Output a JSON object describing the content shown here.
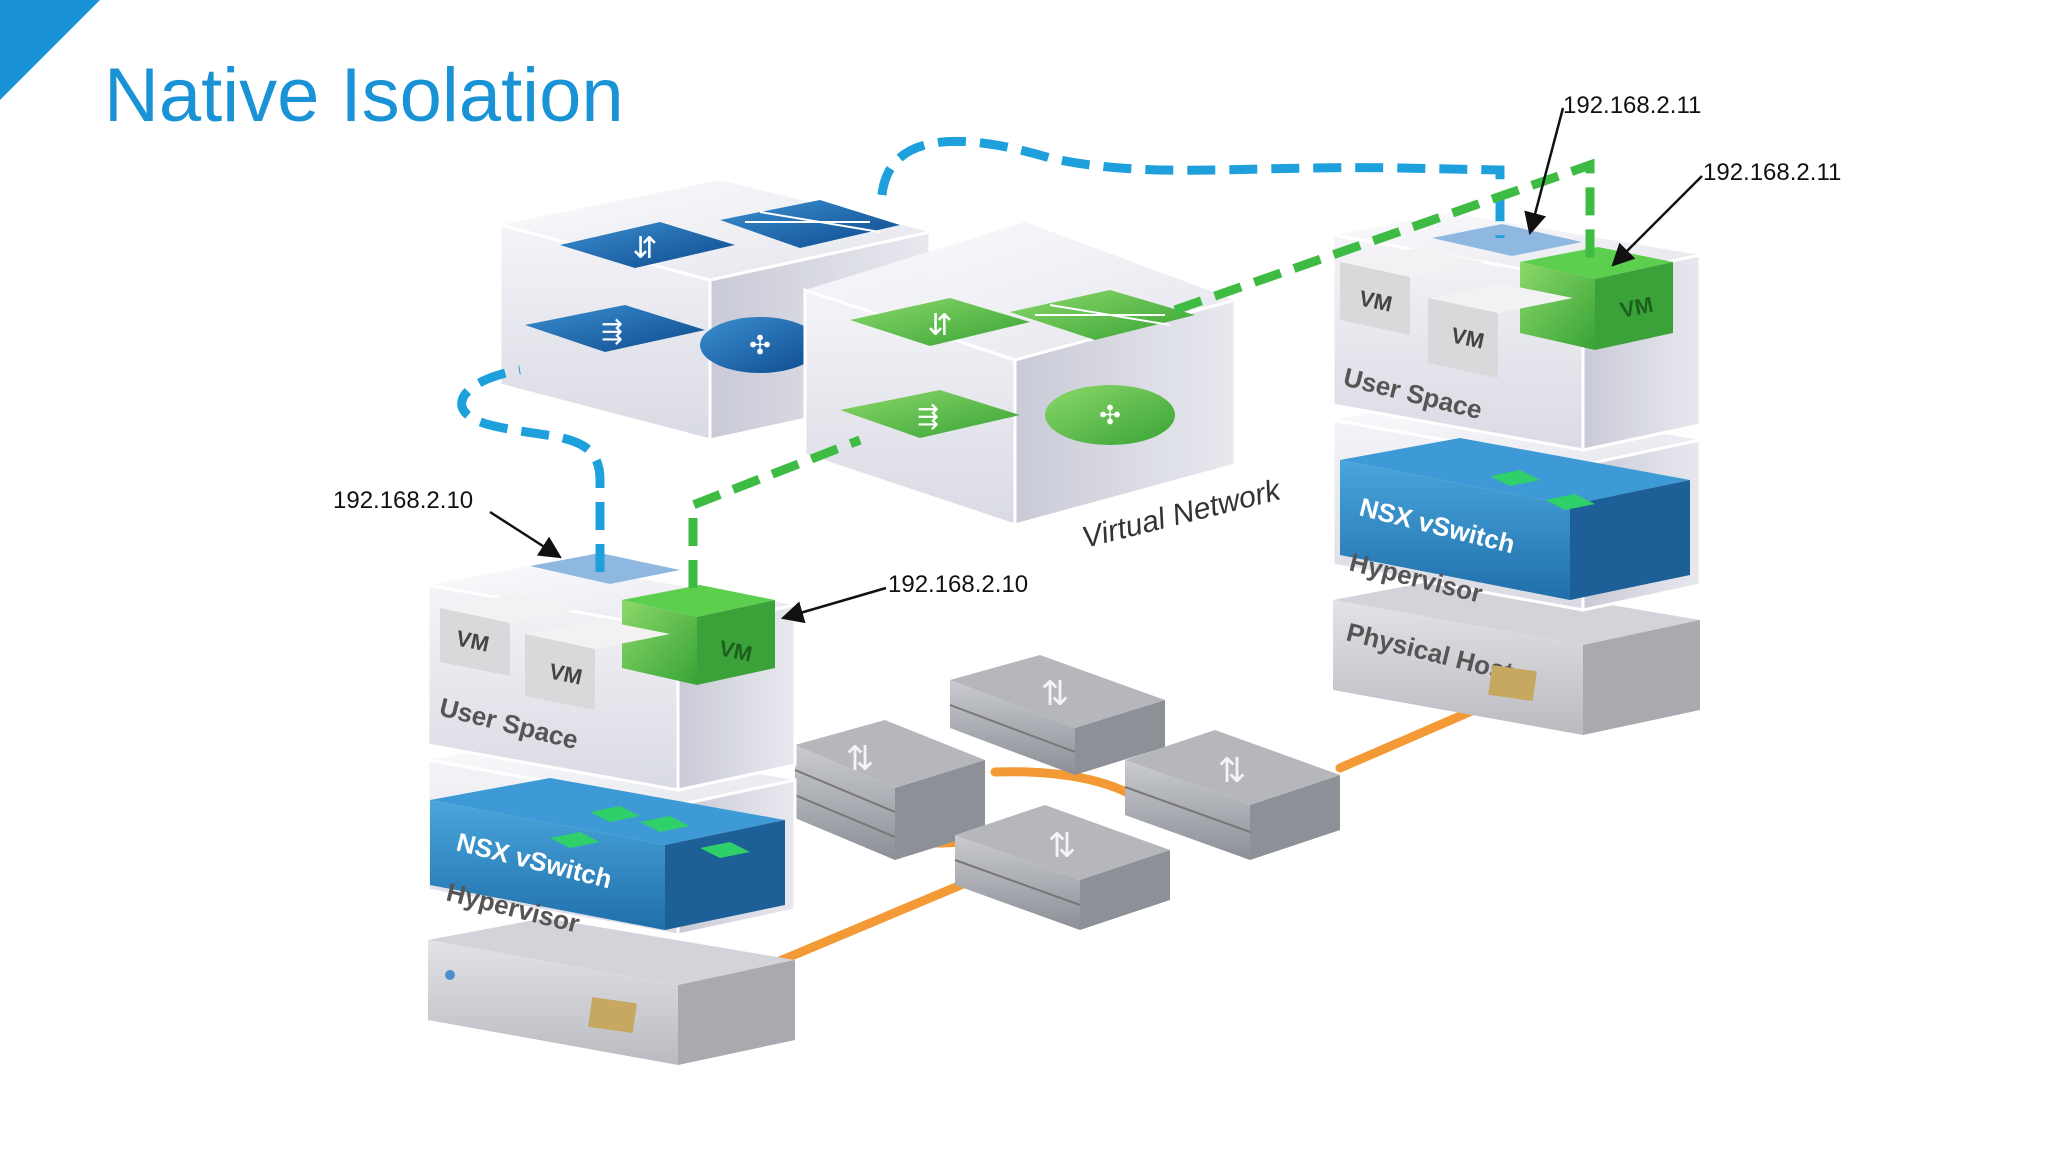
{
  "slide": {
    "title": "Native Isolation",
    "accent_color": "#1a93d6"
  },
  "virtual_network": {
    "label": "Virtual Network",
    "tenant_blue_color": "#2a9fd6",
    "tenant_green_color": "#3cb84a"
  },
  "hosts": [
    {
      "vm_labels": [
        "VM",
        "VM",
        "VM"
      ],
      "user_space_label": "User Space",
      "vswitch_label": "NSX vSwitch",
      "hypervisor_label": "Hypervisor",
      "ip_blue": "192.168.2.10",
      "ip_green": "192.168.2.10"
    },
    {
      "vm_labels": [
        "VM",
        "VM",
        "VM"
      ],
      "user_space_label": "User Space",
      "vswitch_label": "NSX vSwitch",
      "hypervisor_label": "Hypervisor",
      "physical_host_label": "Physical Host",
      "ip_blue": "192.168.2.11",
      "ip_green": "192.168.2.11"
    }
  ],
  "physical_network": {
    "link_color": "#f08a24",
    "switch_icons": [
      "switch-icon",
      "switch-icon",
      "switch-icon",
      "switch-icon"
    ]
  }
}
